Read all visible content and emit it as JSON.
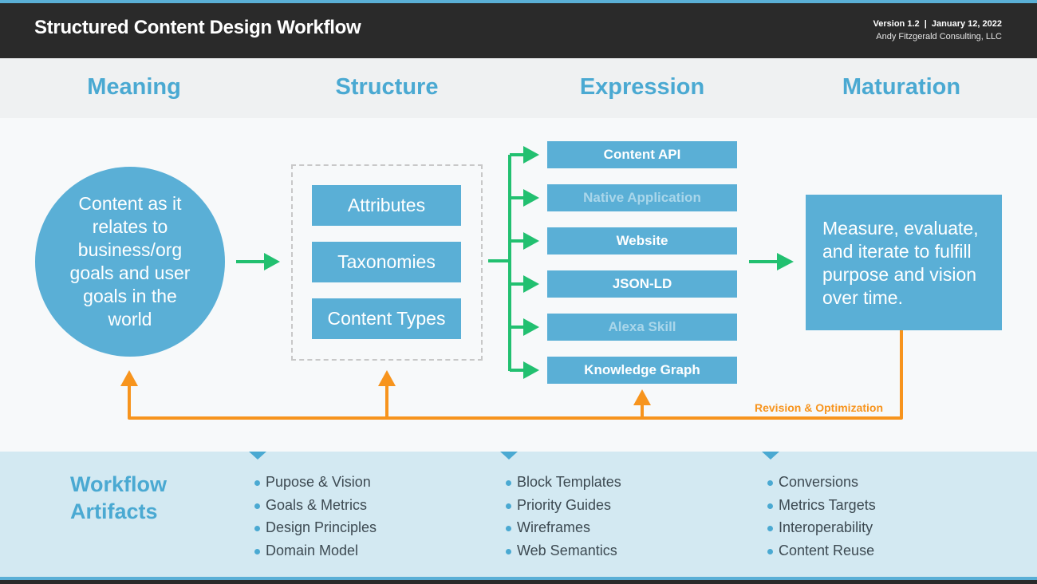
{
  "header": {
    "title": "Structured Content Design Workflow",
    "version_line": "Version 1.2  |  January 12, 2022",
    "organization": "Andy Fitzgerald Consulting, LLC"
  },
  "phases": [
    {
      "label": "Meaning"
    },
    {
      "label": "Structure"
    },
    {
      "label": "Expression"
    },
    {
      "label": "Maturation"
    }
  ],
  "meaning": {
    "text": "Content as it relates to business/org goals and user goals in the world"
  },
  "structure": {
    "items": [
      {
        "label": "Attributes"
      },
      {
        "label": "Taxonomies"
      },
      {
        "label": "Content Types"
      }
    ]
  },
  "expression": {
    "items": [
      {
        "label": "Content API",
        "muted": false
      },
      {
        "label": "Native Application",
        "muted": true
      },
      {
        "label": "Website",
        "muted": false
      },
      {
        "label": "JSON-LD",
        "muted": false
      },
      {
        "label": "Alexa Skill",
        "muted": true
      },
      {
        "label": "Knowledge Graph",
        "muted": false
      }
    ]
  },
  "maturation": {
    "text": "Measure, evaluate, and iterate to fulfill purpose and vision over time."
  },
  "feedback": {
    "label": "Revision & Optimization"
  },
  "artifacts": {
    "title_line1": "Workflow",
    "title_line2": "Artifacts",
    "columns": [
      {
        "items": [
          "Pupose & Vision",
          "Goals & Metrics",
          "Design Principles",
          "Domain Model"
        ]
      },
      {
        "items": [
          "Block Templates",
          "Priority Guides",
          "Wireframes",
          "Web Semantics"
        ]
      },
      {
        "items": [
          "Conversions",
          "Metrics Targets",
          "Interoperability",
          "Content Reuse"
        ]
      }
    ]
  },
  "colors": {
    "accent_blue": "#5aafd6",
    "heading_blue": "#4aa9d2",
    "flow_green": "#22c070",
    "feedback_orange": "#f7941d",
    "header_dark": "#2a2a2a"
  }
}
